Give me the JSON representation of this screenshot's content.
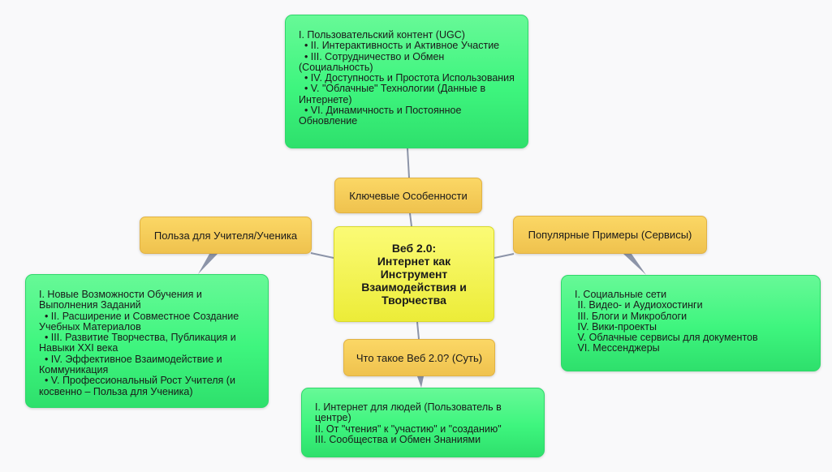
{
  "colors": {
    "background": "#f9f9fa",
    "root": "#f4f454",
    "branch": "#f6cd5a",
    "leaf": "#46f785",
    "connector": "#8c94a8"
  },
  "root": {
    "title": "Веб 2.0:\nИнтернет как\nИнструмент\nВзаимодействия и\nТворчества"
  },
  "branches": {
    "key_features": {
      "label": "Ключевые Особенности",
      "items": [
        "I. Пользовательский контент (UGC)",
        "  • II. Интерактивность и Активное Участие",
        "  • III. Сотрудничество и Обмен (Социальность)",
        "  • IV. Доступность и Простота Использования",
        "  • V. \"Облачные\" Технологии (Данные в Интернете)",
        "  • VI. Динамичность и Постоянное Обновление"
      ]
    },
    "benefits": {
      "label": "Польза для Учителя/Ученика",
      "items": [
        "I. Новые Возможности Обучения и Выполнения Заданий",
        "  • II. Расширение и Совместное Создание Учебных Материалов",
        "  • III. Развитие Творчества, Публикация и Навыки XXI века",
        "  • IV. Эффективное Взаимодействие и Коммуникация",
        "  • V. Профессиональный Рост Учителя (и косвенно – Польза для Ученика)"
      ]
    },
    "popular_examples": {
      "label": "Популярные Примеры (Сервисы)",
      "items": [
        "I. Социальные сети",
        " II. Видео- и Аудиохостинги",
        " III. Блоги и Микроблоги",
        " IV. Вики-проекты",
        " V. Облачные сервисы для документов",
        " VI. Мессенджеры"
      ]
    },
    "what_is": {
      "label": "Что такое Веб 2.0? (Суть)",
      "items": [
        "I. Интернет для людей (Пользователь в центре)",
        "II. От \"чтения\" к \"участию\" и \"созданию\"",
        "III. Сообщества и Обмен Знаниями"
      ]
    }
  }
}
